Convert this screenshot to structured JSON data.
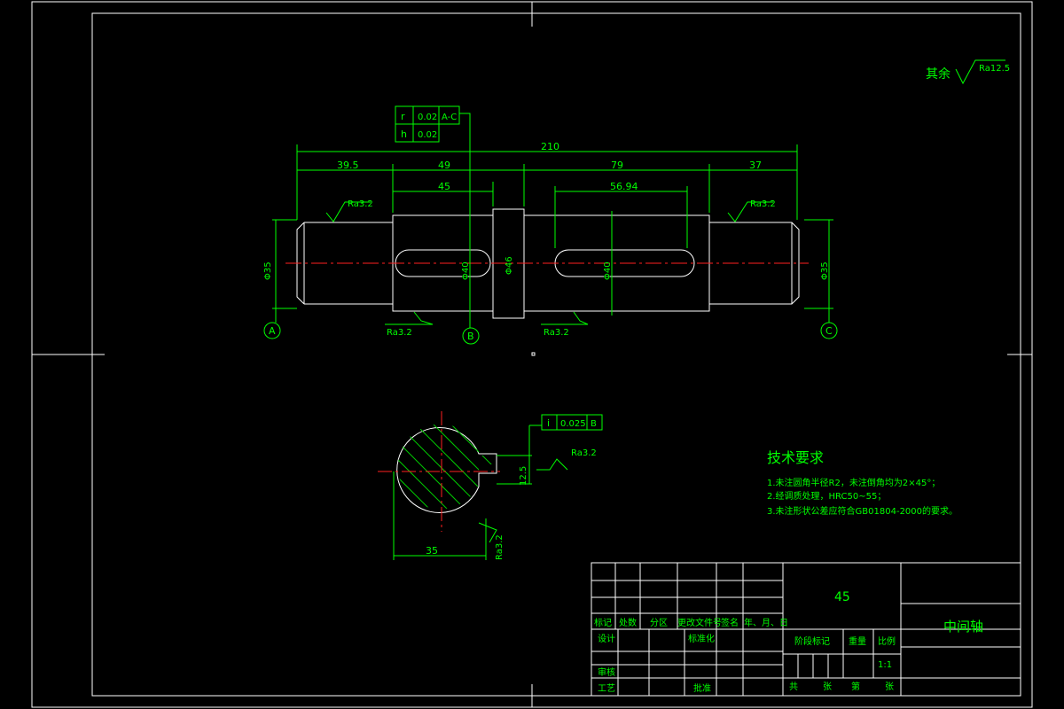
{
  "roughness": {
    "other_prefix": "其余",
    "other_value": "Ra12.5",
    "ra_left_top": "Ra3.2",
    "ra_right_top": "Ra3.2",
    "ra_left_bottom": "Ra3.2",
    "ra_mid_bottom": "Ra3.2",
    "ra_keyway": "Ra3.2",
    "ra_section_side": "Ra3.2"
  },
  "tolerance_frame": {
    "row1_symbol": "r",
    "row1_value": "0.02",
    "row1_datum": "A-C",
    "row2_symbol": "h",
    "row2_value": "0.02"
  },
  "section_tolerance": {
    "symbol": "i",
    "value": "0.025",
    "datum": "B"
  },
  "dimensions": {
    "overall": "210",
    "seg1": "39.5",
    "seg2": "49",
    "seg3": "79",
    "seg4": "37",
    "key1_len": "45",
    "key2_len": "56.94",
    "dia_left": "Φ35",
    "dia_mid1": "Φ40",
    "dia_collar": "Φ46",
    "dia_mid2": "Φ40",
    "dia_right": "Φ35",
    "key_depth": "12.5",
    "section_dia": "35"
  },
  "datums": {
    "a": "A",
    "b": "B",
    "c": "C"
  },
  "tech_requirements": {
    "title": "技术要求",
    "item1": "1.未注圆角半径R2，未注倒角均为2×45°；",
    "item2": "2.经调质处理，HRC50~55；",
    "item3": "3.未注形状公差应符合GB01804-2000的要求。"
  },
  "title_block": {
    "material": "45",
    "part_name": "中间轴",
    "col_mark": "标记",
    "col_count": "处数",
    "col_zone": "分区",
    "col_doc": "更改文件号",
    "col_sign": "签名",
    "col_date": "年、月、日",
    "row_design": "设计",
    "row_standard": "标准化",
    "row_review": "审核",
    "row_process": "工艺",
    "row_approve": "批准",
    "stage_mark": "阶段标记",
    "weight": "重量",
    "scale_label": "比例",
    "scale_value": "1:1",
    "sheets_total": "共",
    "sheets_unit": "张",
    "sheet_no": "第",
    "sheet_unit2": "张"
  }
}
